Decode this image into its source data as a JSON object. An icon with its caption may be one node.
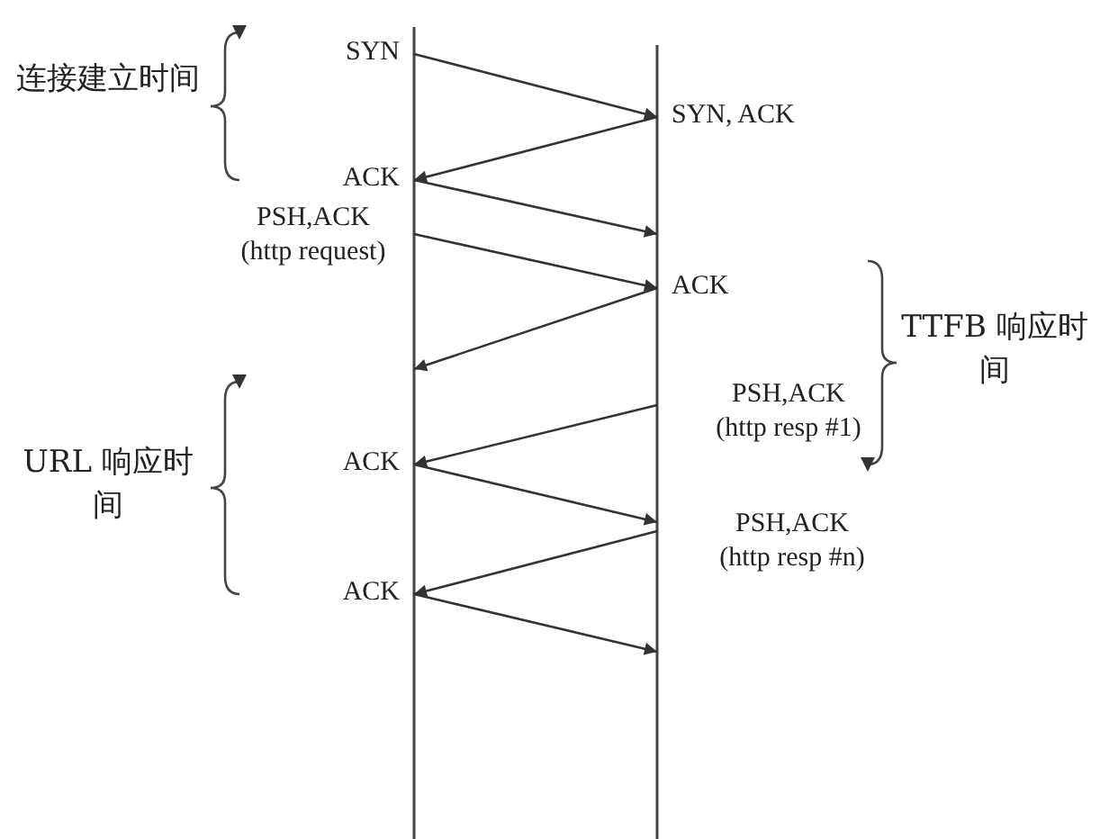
{
  "diagram": {
    "nodes": [
      {
        "text": [],
        "shape": "bar"
      },
      {
        "text": [],
        "shape": "bar"
      }
    ],
    "edges": [
      {
        "from": 0,
        "to": 1,
        "arrow": "to",
        "label": "SYN"
      },
      {
        "from": 1,
        "to": 0,
        "arrow": "to",
        "label": "SYN, ACK"
      },
      {
        "from": 0,
        "to": 1,
        "arrow": "to",
        "label": "ACK"
      },
      {
        "from": 0,
        "to": 1,
        "arrow": "to",
        "label": "PSH,ACK (http request)"
      },
      {
        "from": 1,
        "to": 0,
        "arrow": "to",
        "label": "ACK"
      },
      {
        "from": 1,
        "to": 0,
        "arrow": "to",
        "label": "PSH,ACK (http resp #1)"
      },
      {
        "from": 0,
        "to": 1,
        "arrow": "to",
        "label": "ACK"
      },
      {
        "from": 1,
        "to": 0,
        "arrow": "to",
        "label": "PSH,ACK (http resp #n)"
      },
      {
        "from": 0,
        "to": 1,
        "arrow": "to",
        "label": "ACK"
      }
    ],
    "labels": [
      "连接建立时间",
      "TTFB 响应时间",
      "URL 响应时间"
    ]
  }
}
